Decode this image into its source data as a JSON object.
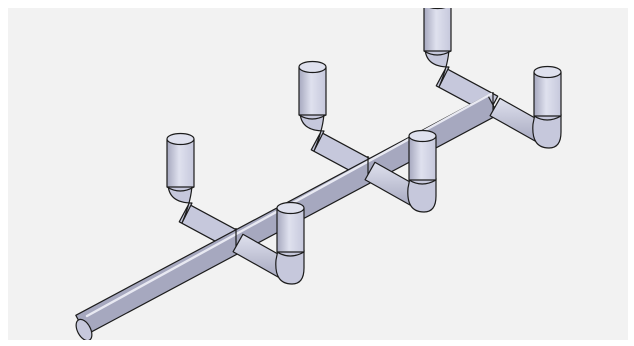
{
  "scene": {
    "background_color": "#f2f2f2",
    "pipe_fill": "#c6c8dc",
    "pipe_highlight": "#dfe1ee",
    "pipe_shadow": "#a6a8bf",
    "outline_color": "#1c1c1c",
    "main_pipe": {
      "count": 1
    },
    "tee_junctions": {
      "count": 3
    },
    "branch_pipes": {
      "count": 6
    },
    "elbows": {
      "count": 6,
      "direction": "up"
    },
    "open_pipe_ends": {
      "count": 7
    }
  }
}
